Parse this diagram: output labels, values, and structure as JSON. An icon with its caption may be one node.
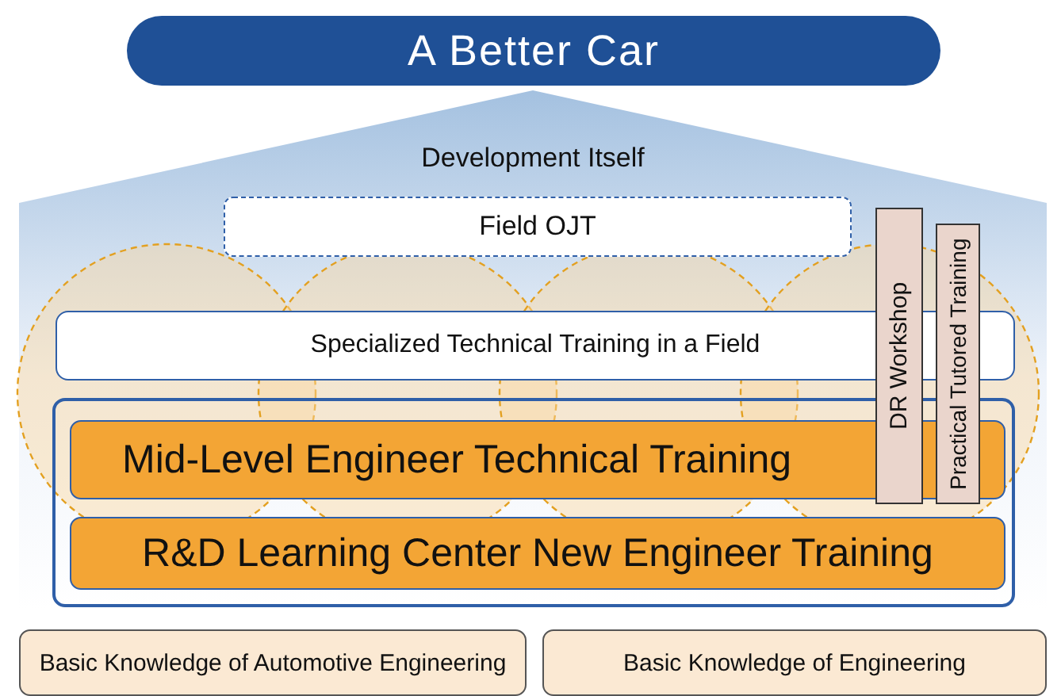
{
  "diagram": {
    "nodes": [
      {
        "text": [
          "A Better Car"
        ]
      },
      {
        "text": [
          "Development Itself"
        ]
      },
      {
        "text": [
          "Field OJT"
        ],
        "in": 1
      },
      {
        "text": [
          "Specialized Technical Training in a Field"
        ],
        "in": 1
      },
      {
        "text": [],
        "shape": "box",
        "in": 1
      },
      {
        "text": [
          "Mid-Level Engineer Technical Training"
        ],
        "in": 4
      },
      {
        "text": [
          "R&D Learning Center New Engineer Training"
        ],
        "in": 4
      },
      {
        "text": [
          "DR Workshop"
        ],
        "in": 1
      },
      {
        "text": [
          "Practical Tutored Training"
        ],
        "in": 1
      },
      {
        "text": [
          "Basic Knowledge of Automotive Engineering"
        ]
      },
      {
        "text": [
          "Basic Knowledge of Engineering"
        ]
      }
    ]
  }
}
